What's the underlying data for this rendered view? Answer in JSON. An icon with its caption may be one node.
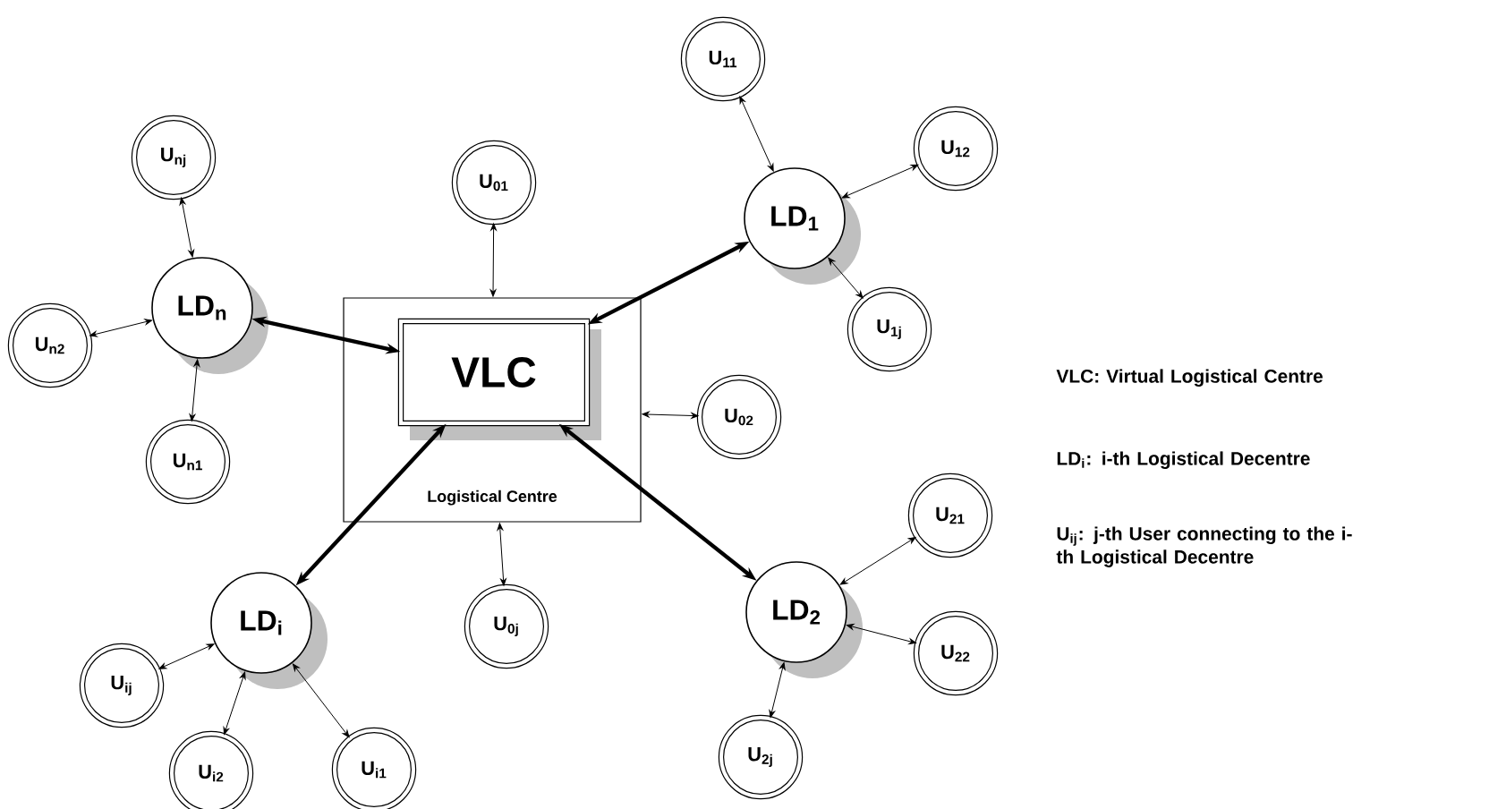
{
  "diagram": {
    "nodes": [
      {
        "text": [
          "Logistical Centre"
        ]
      },
      {
        "text": [
          "VLC"
        ],
        "in": 0
      },
      {
        "text": [
          "U$_{01}$"
        ]
      },
      {
        "text": [
          "U$_{02}$"
        ]
      },
      {
        "text": [
          "U$_{0j}$"
        ]
      },
      {
        "text": [
          "LD$_{1}$"
        ]
      },
      {
        "text": [
          "U$_{11}$"
        ]
      },
      {
        "text": [
          "U$_{12}$"
        ]
      },
      {
        "text": [
          "U$_{1j}$"
        ]
      },
      {
        "text": [
          "LD$_{2}$"
        ]
      },
      {
        "text": [
          "U$_{21}$"
        ]
      },
      {
        "text": [
          "U$_{22}$"
        ]
      },
      {
        "text": [
          "U$_{2j}$"
        ]
      },
      {
        "text": [
          "LD$_{i}$"
        ]
      },
      {
        "text": [
          "U$_{ij}$"
        ]
      },
      {
        "text": [
          "U$_{i2}$"
        ]
      },
      {
        "text": [
          "U$_{i1}$"
        ]
      },
      {
        "text": [
          "LD$_{n}$"
        ]
      },
      {
        "text": [
          "U$_{nj}$"
        ]
      },
      {
        "text": [
          "U$_{n2}$"
        ]
      },
      {
        "text": [
          "U$_{n1}$"
        ]
      }
    ],
    "edges": [
      {
        "from": 1,
        "to": 5,
        "arrow": "both",
        "style": "thick"
      },
      {
        "from": 1,
        "to": 9,
        "arrow": "both",
        "style": "thick"
      },
      {
        "from": 1,
        "to": 13,
        "arrow": "both",
        "style": "thick"
      },
      {
        "from": 1,
        "to": 17,
        "arrow": "both",
        "style": "thick"
      },
      {
        "from": 0,
        "to": 2,
        "arrow": "both"
      },
      {
        "from": 0,
        "to": 3,
        "arrow": "both"
      },
      {
        "from": 0,
        "to": 4,
        "arrow": "both"
      },
      {
        "from": 5,
        "to": 6,
        "arrow": "both"
      },
      {
        "from": 5,
        "to": 7,
        "arrow": "both"
      },
      {
        "from": 5,
        "to": 8,
        "arrow": "both"
      },
      {
        "from": 9,
        "to": 10,
        "arrow": "both"
      },
      {
        "from": 9,
        "to": 11,
        "arrow": "both"
      },
      {
        "from": 9,
        "to": 12,
        "arrow": "both"
      },
      {
        "from": 13,
        "to": 14,
        "arrow": "both"
      },
      {
        "from": 13,
        "to": 15,
        "arrow": "both"
      },
      {
        "from": 13,
        "to": 16,
        "arrow": "both"
      },
      {
        "from": 17,
        "to": 18,
        "arrow": "both"
      },
      {
        "from": 17,
        "to": 19,
        "arrow": "both"
      },
      {
        "from": 17,
        "to": 20,
        "arrow": "both"
      }
    ],
    "labels": [
      "VLC: Virtual Logistical Centre",
      "LD$_{i}$: i-th Logistical Decentre",
      "U$_{ij}$: j-th User connecting to the i-th Logistical Decentre"
    ]
  }
}
